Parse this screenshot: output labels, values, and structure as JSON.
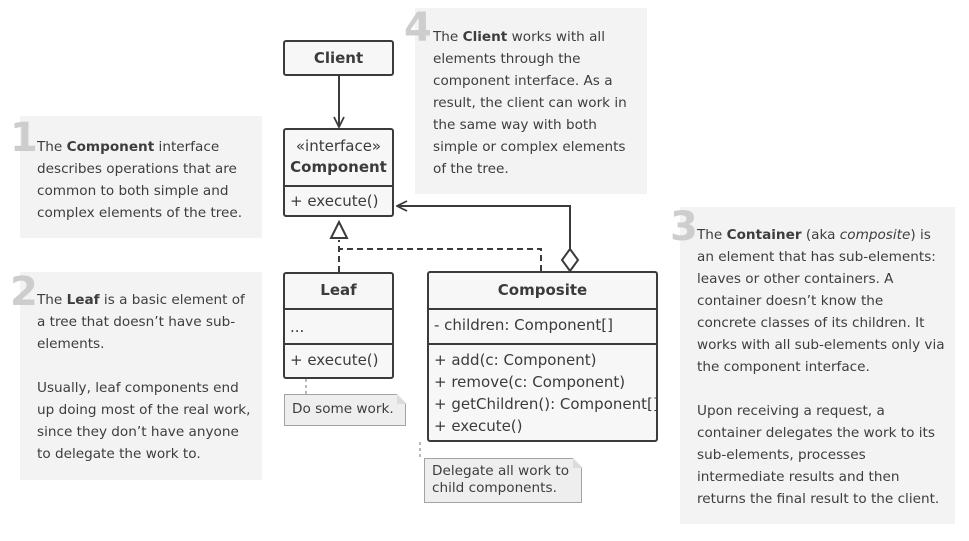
{
  "classes": {
    "client": {
      "name": "Client"
    },
    "component": {
      "stereotype": "«interface»",
      "name": "Component",
      "method": "+ execute()"
    },
    "leaf": {
      "name": "Leaf",
      "fields": "...",
      "method": "+ execute()"
    },
    "composite": {
      "name": "Composite",
      "field": "- children: Component[]",
      "methods": [
        "+ add(c: Component)",
        "+ remove(c: Component)",
        "+ getChildren(): Component[]",
        "+ execute()"
      ]
    }
  },
  "memos": {
    "leaf": "Do some work.",
    "composite": "Delegate all work to child components."
  },
  "notes": {
    "n1": {
      "number": "1",
      "pre": "The ",
      "bold": "Component",
      "post": " interface describes operations that are common to both simple and complex elements of the tree."
    },
    "n2": {
      "number": "2",
      "pre": "The ",
      "bold": "Leaf",
      "post": " is a basic element of a tree that doesn’t have sub-elements.",
      "para2": "Usually, leaf components end up doing most of the real work, since they don’t have anyone to delegate the work to."
    },
    "n3": {
      "number": "3",
      "pre": "The ",
      "bold": "Container",
      "mid": " (aka ",
      "italic": "composite",
      "post": ") is an element that has sub-elements: leaves or other containers. A container doesn’t know the concrete classes of its children. It works with all sub-elements only via the component interface.",
      "para2": "Upon receiving a request, a container delegates the work to its sub-elements, processes intermediate results and then returns the final result to the client."
    },
    "n4": {
      "number": "4",
      "pre": "The ",
      "bold": "Client",
      "post": " works with all elements through the component interface. As a result, the client can work in the same way with both simple or complex elements of the tree."
    }
  },
  "colors": {
    "line": "#3b3b3b",
    "note_bg": "#f3f3f3",
    "number": "#cdcdcd"
  }
}
